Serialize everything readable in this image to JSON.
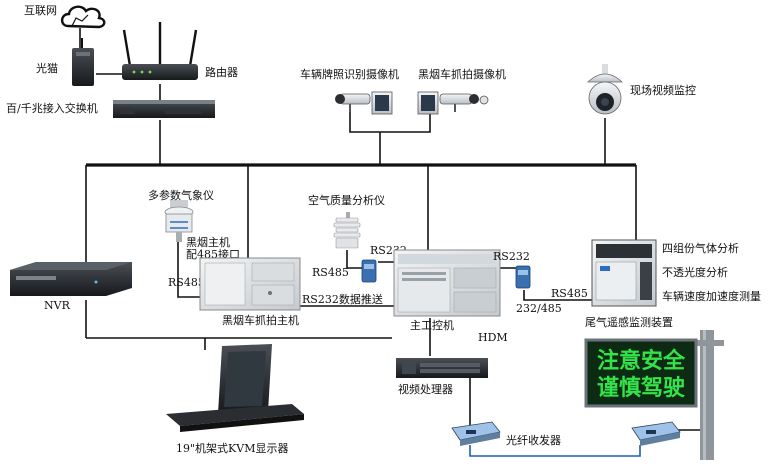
{
  "labels": {
    "internet": "互联网",
    "modem": "光猫",
    "router": "路由器",
    "switch": "百/千兆接入交换机",
    "cam_plate": "车辆牌照识别摄像机",
    "cam_smoke": "黑烟车抓拍摄像机",
    "cctv": "现场视频监控",
    "weather": "多参数气象仪",
    "air": "空气质量分析仪",
    "smoke_host_note_1": "黑烟主机",
    "smoke_host_note_2": "配485接口",
    "rs485_left": "RS485",
    "rs485_mid": "RS485",
    "rs232_mid": "RS232",
    "rs232_right": "RS232",
    "rs485_right": "RS485",
    "rs_232_485": "232/485",
    "rs232_push": "RS232数据推送",
    "nvr": "NVR",
    "smoke_host": "黑烟车抓拍主机",
    "ipc": "主工控机",
    "hdm": "HDM",
    "video_proc": "视频处理器",
    "kvm": "19\"机架式KVM显示器",
    "fiber": "光纤收发器",
    "gas": "四组份气体分析",
    "opacity": "不透光度分析",
    "speed": "车辆速度加速度测量",
    "remote_sensing": "尾气遥感监测装置"
  },
  "sign": {
    "line1": "注意安全",
    "line2": "谨慎驾驶"
  },
  "colors": {
    "line": "#111111",
    "cable": "#1a5fb4",
    "sign_bg": "#0c2b12",
    "sign_text": "#34e34a",
    "pole": "#8e969c"
  }
}
